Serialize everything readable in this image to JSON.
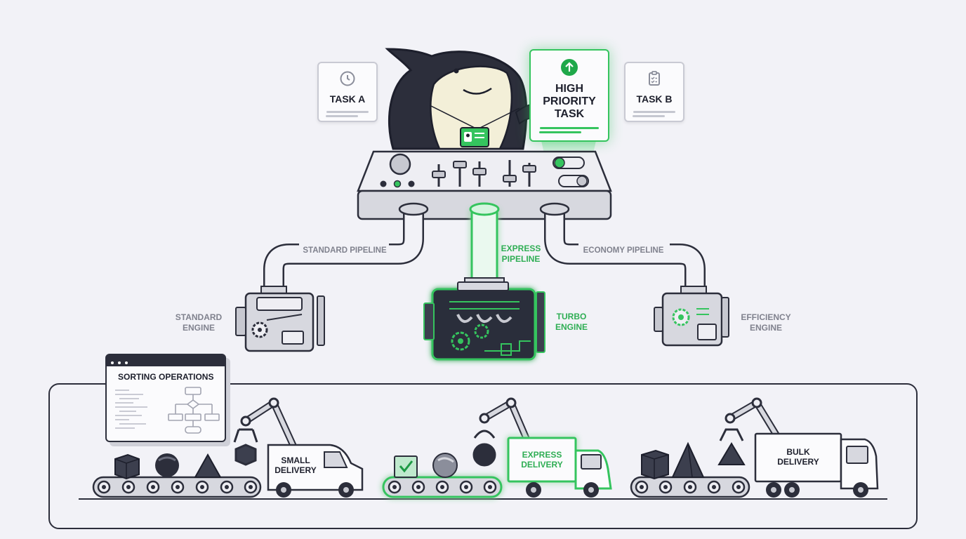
{
  "tasks": {
    "task_a": "TASK A",
    "task_b": "TASK B",
    "high_priority": "HIGH PRIORITY TASK"
  },
  "pipelines": {
    "standard": "STANDARD PIPELINE",
    "express": [
      "EXPRESS",
      "PIPELINE"
    ],
    "economy": "ECONOMY PIPELINE"
  },
  "engines": {
    "standard": [
      "STANDARD",
      "ENGINE"
    ],
    "turbo": [
      "TURBO",
      "ENGINE"
    ],
    "efficiency": [
      "EFFICIENCY",
      "ENGINE"
    ]
  },
  "sorting": {
    "title": "SORTING OPERATIONS"
  },
  "deliveries": {
    "small": [
      "SMALL",
      "DELIVERY"
    ],
    "express": [
      "EXPRESS",
      "DELIVERY"
    ],
    "bulk": [
      "BULK",
      "DELIVERY"
    ]
  },
  "icons": {
    "task_a": "clock-icon",
    "task_b": "clipboard-icon",
    "high_priority": "arrow-up-icon",
    "badge": "id-badge-icon",
    "check": "check-icon"
  },
  "colors": {
    "accent": "#35c45e",
    "accent_text": "#2fae54",
    "ink": "#2c2e3b",
    "muted_text": "#80828e",
    "background": "#f2f2f7"
  }
}
